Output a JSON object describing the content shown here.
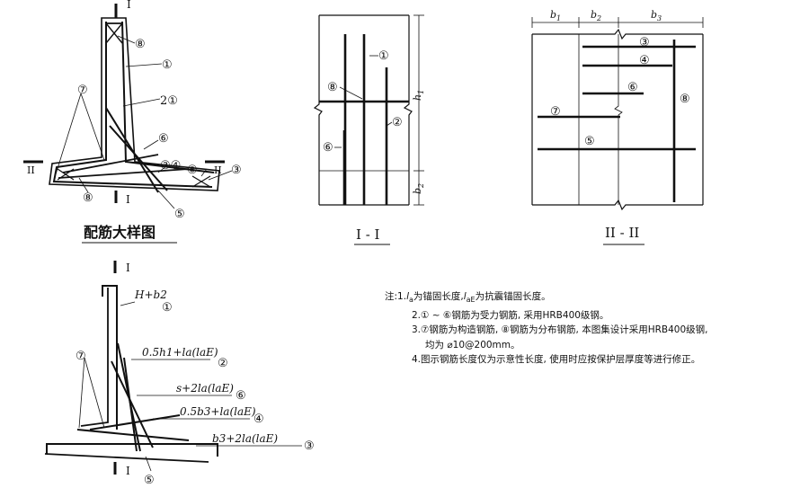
{
  "detail": {
    "title": "配筋大样图",
    "section_mark": "I",
    "section_mark_2": "II",
    "bars": [
      "①",
      "②",
      "③",
      "④",
      "⑤",
      "⑥",
      "⑦",
      "⑧"
    ]
  },
  "section_1": {
    "title": "I - I",
    "dims": [
      "h1",
      "b2"
    ],
    "bars": [
      "①",
      "②",
      "⑥",
      "⑧"
    ]
  },
  "section_2": {
    "title": "II - II",
    "dims": [
      "b1",
      "b2",
      "b3"
    ],
    "bars": [
      "③",
      "④",
      "⑤",
      "⑥",
      "⑦",
      "⑧"
    ]
  },
  "lengths": {
    "section_mark": "I",
    "bar1": "H+b2",
    "bar2": "0.5h1+la(laE)",
    "bar6": "s+2la(laE)",
    "bar4": "0.5b3+la(laE)",
    "bar3": "b3+2la(laE)",
    "bars": [
      "①",
      "②",
      "③",
      "④",
      "⑤",
      "⑥",
      "⑦"
    ]
  },
  "notes": {
    "note1_prefix": "注:1.",
    "note1_a": "为锚固长度,",
    "note1_b": "为抗震锚固长度。",
    "note2": "2.① ~ ⑥钢筋为受力钢筋, 采用HRB400级钢。",
    "note3": "3.⑦钢筋为构造钢筋, ⑧钢筋为分布钢筋, 本图集设计采用HRB400级钢,",
    "note3_cont": "均为 ⌀10@200mm。",
    "note4": "4.图示钢筋长度仅为示意性长度, 使用时应按保护层厚度等进行修正。"
  }
}
